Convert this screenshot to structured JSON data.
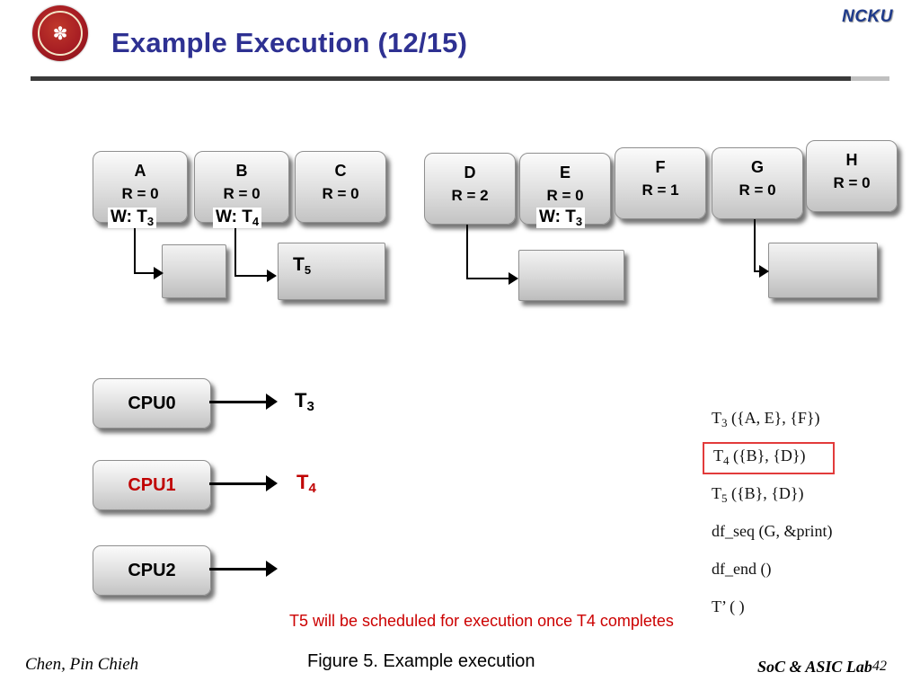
{
  "header": {
    "title": "Example Execution (12/15)",
    "brand": "NCKU",
    "logo_glyph": "✽"
  },
  "memory": {
    "cells": [
      {
        "letter": "A",
        "r": "R = 0"
      },
      {
        "letter": "B",
        "r": "R = 0"
      },
      {
        "letter": "C",
        "r": "R = 0"
      },
      {
        "letter": "D",
        "r": "R = 2"
      },
      {
        "letter": "E",
        "r": "R = 0"
      },
      {
        "letter": "F",
        "r": "R = 1"
      },
      {
        "letter": "G",
        "r": "R = 0"
      },
      {
        "letter": "H",
        "r": "R = 0"
      }
    ],
    "writers": [
      {
        "pre": "W: T",
        "sub": "3"
      },
      {
        "pre": "W: T",
        "sub": "4"
      },
      {
        "pre": "W: T",
        "sub": "3"
      }
    ],
    "pending_task": {
      "pre": "T",
      "sub": "5"
    }
  },
  "cpus": [
    {
      "label": "CPU0",
      "task_pre": "T",
      "task_sub": "3"
    },
    {
      "label": "CPU1",
      "task_pre": "T",
      "task_sub": "4"
    },
    {
      "label": "CPU2",
      "task_pre": "",
      "task_sub": ""
    }
  ],
  "program": {
    "lines": [
      {
        "pre": "T",
        "sub": "3",
        "rest": " ({A, E}, {F})"
      },
      {
        "pre": "T",
        "sub": "4",
        "rest": " ({B}, {D})"
      },
      {
        "pre": "T",
        "sub": "5",
        "rest": " ({B}, {D})"
      },
      {
        "pre": "df_seq (G, &print)",
        "sub": "",
        "rest": ""
      },
      {
        "pre": "df_end ()",
        "sub": "",
        "rest": ""
      },
      {
        "pre": "T’ ( )",
        "sub": "",
        "rest": ""
      }
    ]
  },
  "footer": {
    "note": "T5 will be scheduled for execution once T4 completes",
    "caption": "Figure 5. Example execution",
    "author": "Chen, Pin  Chieh",
    "lab": "SoC & ASIC Lab",
    "page": "42"
  },
  "colors": {
    "title_blue": "#2e3192",
    "accent_red": "#c00000",
    "note_red": "#cc0000",
    "logo_red": "#a61c23"
  }
}
